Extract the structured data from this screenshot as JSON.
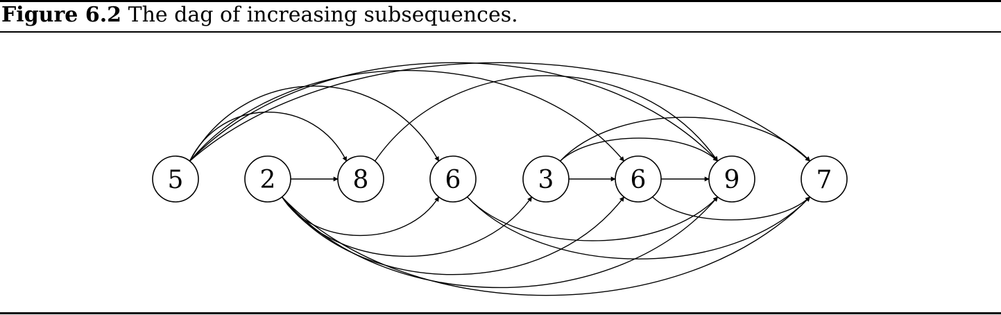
{
  "figure": {
    "label": "Figure 6.2",
    "title": "The dag of increasing subsequences."
  },
  "graph": {
    "nodes": [
      {
        "id": "n0",
        "label": "5"
      },
      {
        "id": "n1",
        "label": "2"
      },
      {
        "id": "n2",
        "label": "8"
      },
      {
        "id": "n3",
        "label": "6"
      },
      {
        "id": "n4",
        "label": "3"
      },
      {
        "id": "n5",
        "label": "6"
      },
      {
        "id": "n6",
        "label": "9"
      },
      {
        "id": "n7",
        "label": "7"
      }
    ],
    "edges": [
      [
        "n0",
        "n2"
      ],
      [
        "n0",
        "n3"
      ],
      [
        "n0",
        "n5"
      ],
      [
        "n0",
        "n6"
      ],
      [
        "n0",
        "n7"
      ],
      [
        "n1",
        "n2"
      ],
      [
        "n1",
        "n3"
      ],
      [
        "n1",
        "n4"
      ],
      [
        "n1",
        "n5"
      ],
      [
        "n1",
        "n6"
      ],
      [
        "n1",
        "n7"
      ],
      [
        "n2",
        "n6"
      ],
      [
        "n3",
        "n6"
      ],
      [
        "n3",
        "n7"
      ],
      [
        "n4",
        "n5"
      ],
      [
        "n4",
        "n6"
      ],
      [
        "n4",
        "n7"
      ],
      [
        "n5",
        "n6"
      ],
      [
        "n5",
        "n7"
      ]
    ]
  }
}
